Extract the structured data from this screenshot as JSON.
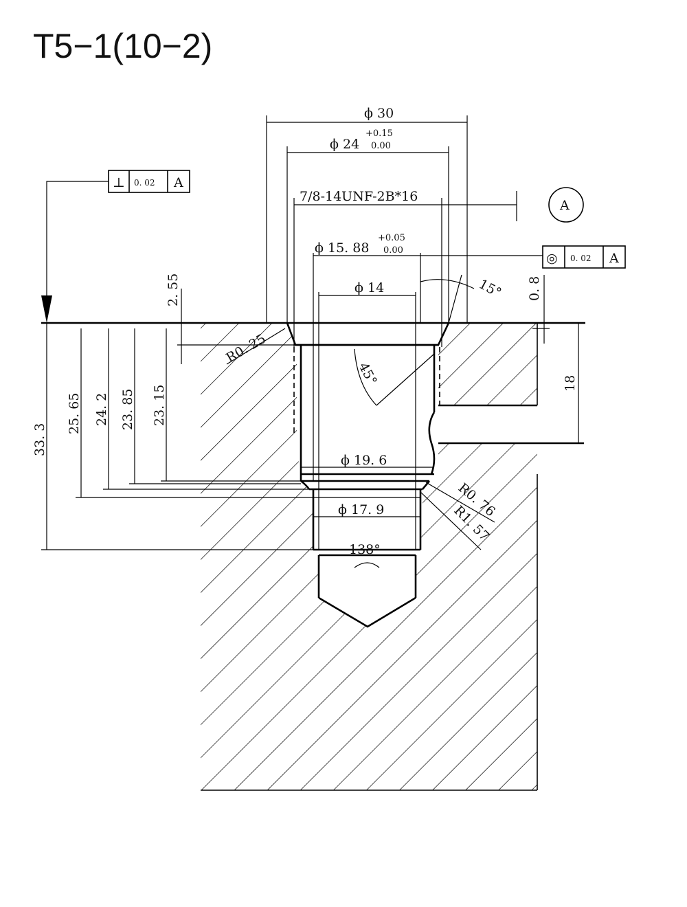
{
  "title": "T5−1(10−2)",
  "dimensions": {
    "phi30": "ϕ 30",
    "phi24": "ϕ 24",
    "phi24_tol_upper": "+0.15",
    "phi24_tol_lower": "0.00",
    "thread": "7/8-14UNF-2B*16",
    "phi15_88": "ϕ 15. 88",
    "phi15_88_tol_upper": "+0.05",
    "phi15_88_tol_lower": "0.00",
    "phi14": "ϕ 14",
    "phi19_6": "ϕ 19. 6",
    "phi17_9": "ϕ 17. 9",
    "angle15": "15°",
    "angle45": "45°",
    "angle138": "138°",
    "r025": "R0. 25",
    "r076": "R0. 76",
    "r157": "R1. 57",
    "d2_55": "2. 55",
    "d0_8": "0. 8",
    "d18": "18",
    "d33_3": "33. 3",
    "d25_65": "25. 65",
    "d24_2": "24. 2",
    "d23_85": "23. 85",
    "d23_15": "23. 15"
  },
  "gdt": {
    "perpendicularity": {
      "symbol": "⊥",
      "value": "0. 02",
      "datum": "A"
    },
    "concentricity": {
      "symbol": "◎",
      "value": "0. 02",
      "datum": "A"
    },
    "datum_label": "A"
  }
}
